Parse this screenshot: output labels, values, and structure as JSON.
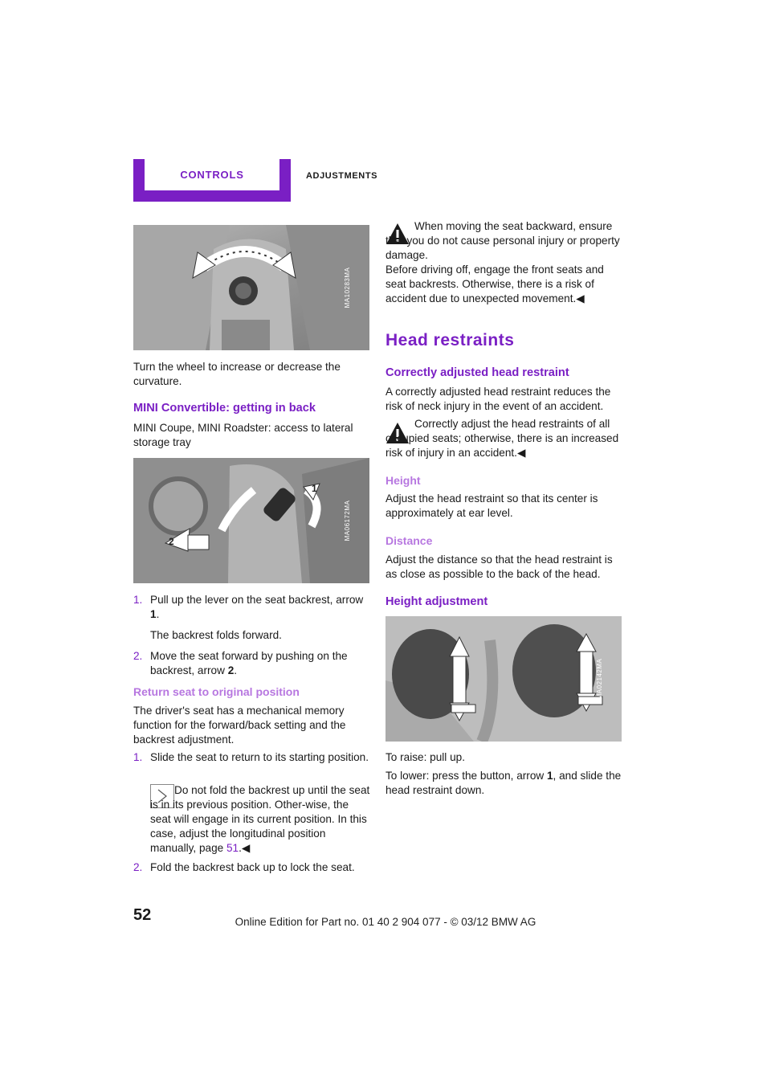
{
  "header": {
    "section": "CONTROLS",
    "chapter": "ADJUSTMENTS"
  },
  "page_number": "52",
  "footer": "Online Edition for Part no. 01 40 2 904 077 - © 03/12 BMW AG",
  "left": {
    "photo1_code": "MA10283MA",
    "p_curvature": "Turn the wheel to increase or decrease the curvature.",
    "h_convertible": "MINI Convertible: getting in back",
    "p_coupe": "MINI Coupe, MINI Roadster: access to lateral storage tray",
    "photo2_code": "MA06172MA",
    "steps1": [
      {
        "num": "1.",
        "text": "Pull up the lever on the seat backrest, arrow",
        "strong": "1",
        "tail": "."
      },
      {
        "num": "2.",
        "text": "Move the seat forward by pushing on the backrest, arrow",
        "strong": "2",
        "tail": "."
      }
    ],
    "step1_sub": "The backrest folds forward.",
    "h_return": "Return seat to original position",
    "p_memory": "The driver's seat has a mechanical memory function for the forward/back setting and the backrest adjustment.",
    "steps2": [
      {
        "num": "1.",
        "text": "Slide the seat to return to its starting position."
      },
      {
        "num": "2.",
        "text": "Fold the backrest back up to lock the seat."
      }
    ],
    "note_text": "Do not fold the backrest up until the seat is in its previous position. Other-wise, the seat will engage in its current position. In this case, adjust the longitudinal position manually, page",
    "note_page": "51",
    "note_end": ".◀"
  },
  "right": {
    "warn1_text": "When moving the seat backward, ensure that you do not cause personal injury or property damage.",
    "warn1_more": "Before driving off, engage the front seats and seat backrests. Otherwise, there is a risk of accident due to unexpected movement.◀",
    "h_head": "Head restraints",
    "h_correct": "Correctly adjusted head restraint",
    "p_correct": "A correctly adjusted head restraint reduces the risk of neck injury in the event of an accident.",
    "warn2_text": "Correctly adjust the head restraints of all occupied seats; otherwise, there is an increased risk of injury in an accident.◀",
    "h_height": "Height",
    "p_height": "Adjust the head restraint so that its center is approximately at ear level.",
    "h_distance": "Distance",
    "p_distance": "Adjust the distance so that the head restraint is as close as possible to the back of the head.",
    "h_adjust": "Height adjustment",
    "photo3_code": "MA02142MA",
    "p_raise": "To raise: pull up.",
    "p_lower_a": "To lower: press the button, arrow",
    "p_lower_strong": "1",
    "p_lower_b": ", and slide the head restraint down."
  }
}
